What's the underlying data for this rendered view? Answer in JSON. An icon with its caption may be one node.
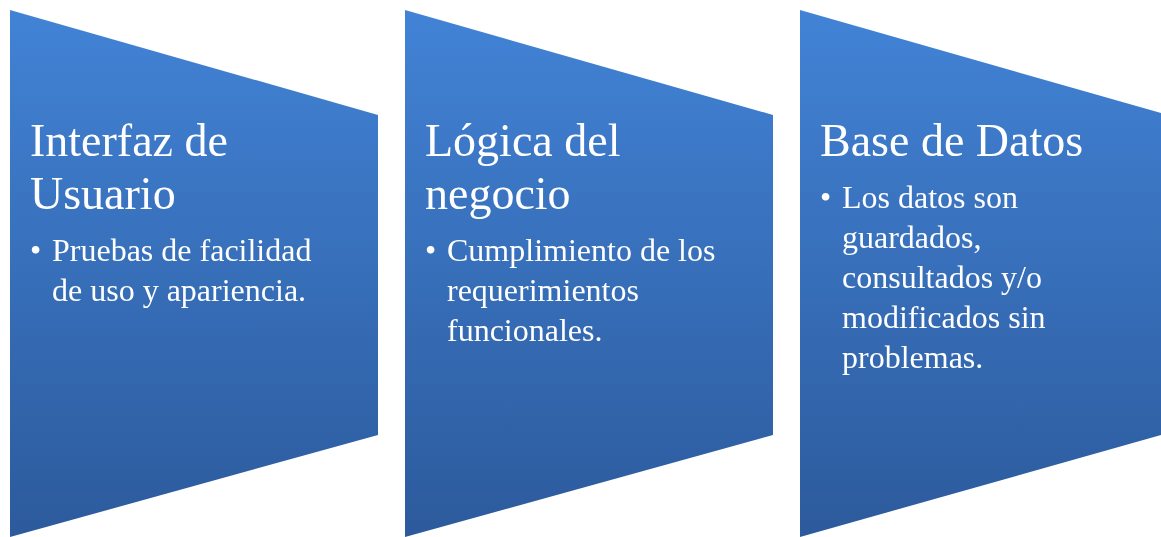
{
  "diagram": {
    "nodes": [
      {
        "text": [
          "Interfaz de Usuario",
          "•",
          "Pruebas de facilidad de uso y apariencia."
        ]
      },
      {
        "text": [
          "Lógica del negocio",
          "•",
          "Cumplimiento de los requerimientos funcionales."
        ]
      },
      {
        "text": [
          "Base de Datos",
          "•",
          "Los datos son guardados, consultados y/o modificados sin problemas."
        ]
      }
    ]
  }
}
